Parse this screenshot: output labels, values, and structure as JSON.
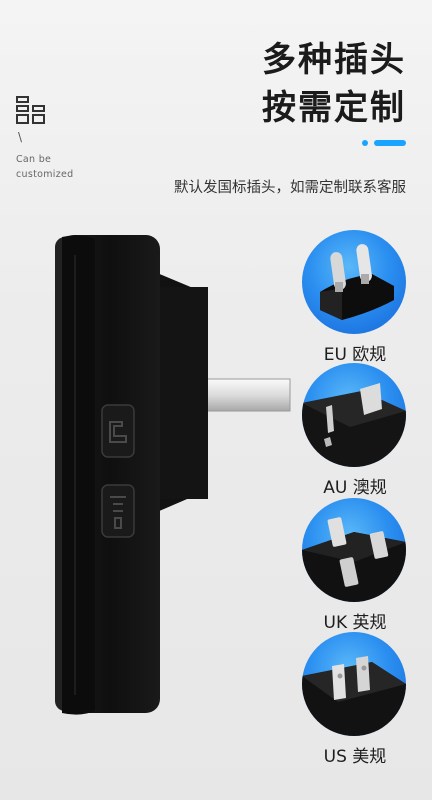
{
  "header": {
    "title_line1": "多种插头",
    "title_line2": "按需定制",
    "side_slash": "\\",
    "side_text_line1": "Can be",
    "side_text_line2": "customized",
    "subtitle": "默认发国标插头，如需定制联系客服",
    "accent_color": "#1aa3ff"
  },
  "plugs": [
    {
      "label": "EU 欧规",
      "icon": "eu-plug-icon"
    },
    {
      "label": "AU 澳规",
      "icon": "au-plug-icon"
    },
    {
      "label": "UK 英规",
      "icon": "uk-plug-icon"
    },
    {
      "label": "US 美规",
      "icon": "us-plug-icon"
    }
  ],
  "colors": {
    "circle_blue": "#2b8ff0",
    "device_black": "#111111",
    "background": "#ececec"
  }
}
